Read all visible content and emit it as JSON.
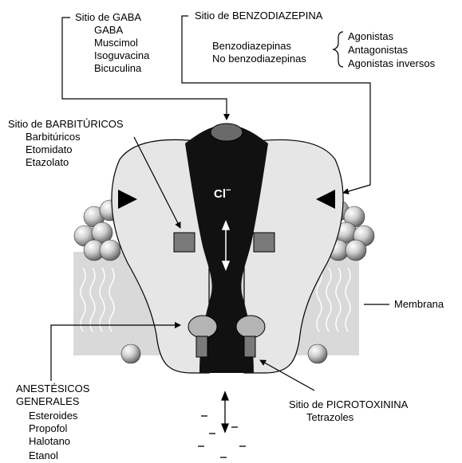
{
  "gaba_site": {
    "title": "Sitio de GABA",
    "items": [
      "GABA",
      "Muscimol",
      "Isoguvacina",
      "Bicuculina"
    ]
  },
  "benzodiazepine_site": {
    "title": "Sitio de BENZODIAZEPINA",
    "drug_classes": [
      "Benzodiazepinas",
      "No benzodiazepinas"
    ],
    "actions": [
      "Agonistas",
      "Antagonistas",
      "Agonistas inversos"
    ]
  },
  "barbiturate_site": {
    "title": "Sitio de BARBITÚRICOS",
    "items": [
      "Barbitúricos",
      "Etomidato",
      "Etazolato"
    ]
  },
  "channel": {
    "ion_label": "Cl",
    "ion_charge": "−"
  },
  "membrane": {
    "label": "Membrana"
  },
  "anesthetics": {
    "title_line1": "ANESTÉSICOS",
    "title_line2": "GENERALES",
    "items": [
      "Esteroides",
      "Propofol",
      "Halotano",
      "Etanol"
    ]
  },
  "picrotoxinin_site": {
    "title": "Sitio de PICROTOXININA",
    "items": [
      "Tetrazoles"
    ]
  },
  "colors": {
    "protein": "#e6e6e6",
    "membrane": "#d9d9d9",
    "channel": "#111111",
    "site_box": "#7a7a7a"
  }
}
